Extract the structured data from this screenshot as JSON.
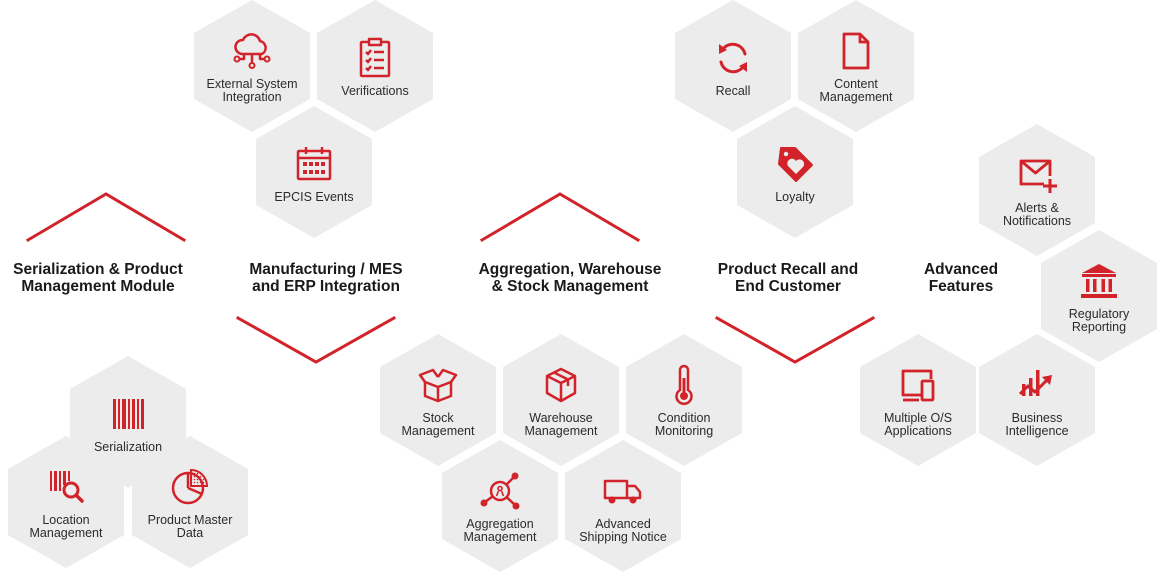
{
  "theme": {
    "accent": "#d2232a",
    "hex_fill": "#ececec",
    "text": "#2b2b2b",
    "title": "#1a1a1a"
  },
  "sections": [
    {
      "title": "Serialization & Product\nManagement Module"
    },
    {
      "title": "Manufacturing / MES\nand ERP Integration"
    },
    {
      "title": "Aggregation, Warehouse\n& Stock Management"
    },
    {
      "title": "Product Recall and\nEnd Customer"
    },
    {
      "title": "Advanced\nFeatures"
    }
  ],
  "modules": {
    "serialization": {
      "label": "Serialization",
      "icon": "barcode-icon"
    },
    "location_management": {
      "label": "Location\nManagement",
      "icon": "barcode-search-icon"
    },
    "product_master_data": {
      "label": "Product Master\nData",
      "icon": "pie-chart-icon"
    },
    "external_system_integration": {
      "label": "External System\nIntegration",
      "icon": "cloud-network-icon"
    },
    "verifications": {
      "label": "Verifications",
      "icon": "clipboard-checklist-icon"
    },
    "epcis_events": {
      "label": "EPCIS Events",
      "icon": "calendar-icon"
    },
    "stock_management": {
      "label": "Stock\nManagement",
      "icon": "open-box-icon"
    },
    "warehouse_management": {
      "label": "Warehouse\nManagement",
      "icon": "package-icon"
    },
    "condition_monitoring": {
      "label": "Condition\nMonitoring",
      "icon": "thermometer-icon"
    },
    "aggregation_management": {
      "label": "Aggregation\nManagement",
      "icon": "hub-network-icon"
    },
    "advanced_shipping_notice": {
      "label": "Advanced\nShipping Notice",
      "icon": "truck-icon"
    },
    "recall": {
      "label": "Recall",
      "icon": "refresh-icon"
    },
    "content_management": {
      "label": "Content\nManagement",
      "icon": "document-icon"
    },
    "loyalty": {
      "label": "Loyalty",
      "icon": "heart-tag-icon"
    },
    "alerts_notifications": {
      "label": "Alerts &\nNotifications",
      "icon": "mail-plus-icon"
    },
    "regulatory_reporting": {
      "label": "Regulatory\nReporting",
      "icon": "government-building-icon"
    },
    "multiple_os_applications": {
      "label": "Multiple O/S\nApplications",
      "icon": "devices-icon"
    },
    "business_intelligence": {
      "label": "Business\nIntelligence",
      "icon": "trend-chart-icon"
    }
  }
}
